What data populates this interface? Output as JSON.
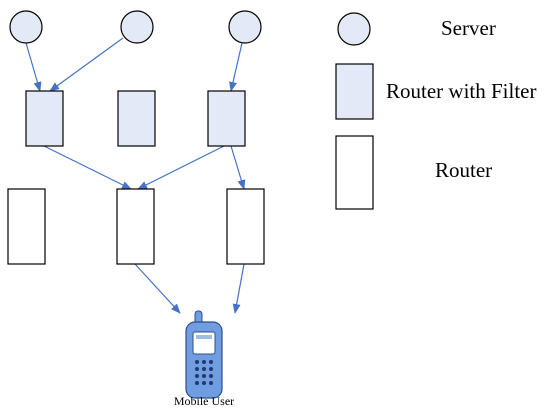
{
  "colors": {
    "node_fill": "#e3e9f6",
    "router_fill": "#ffffff",
    "node_stroke": "#000000",
    "edge": "#4472c4",
    "phone_body": "#6f9de0",
    "phone_screen": "#ffffff"
  },
  "diagram": {
    "servers": [
      "server-1",
      "server-2",
      "server-3"
    ],
    "filter_routers": [
      "filter-router-1",
      "filter-router-2",
      "filter-router-3"
    ],
    "routers": [
      "router-1",
      "router-2",
      "router-3"
    ],
    "edges": [
      {
        "from": "server-1",
        "to": "filter-router-1"
      },
      {
        "from": "server-2",
        "to": "filter-router-1"
      },
      {
        "from": "server-3",
        "to": "filter-router-3"
      },
      {
        "from": "filter-router-1",
        "to": "router-2"
      },
      {
        "from": "filter-router-3",
        "to": "router-2"
      },
      {
        "from": "filter-router-3",
        "to": "router-3"
      },
      {
        "from": "router-2",
        "to": "mobile-user"
      },
      {
        "from": "router-3",
        "to": "mobile-user"
      }
    ],
    "mobile_user_label": "Mobile User"
  },
  "legend": {
    "server_label": "Server",
    "filter_router_label": "Router with Filter",
    "router_label": "Router"
  }
}
